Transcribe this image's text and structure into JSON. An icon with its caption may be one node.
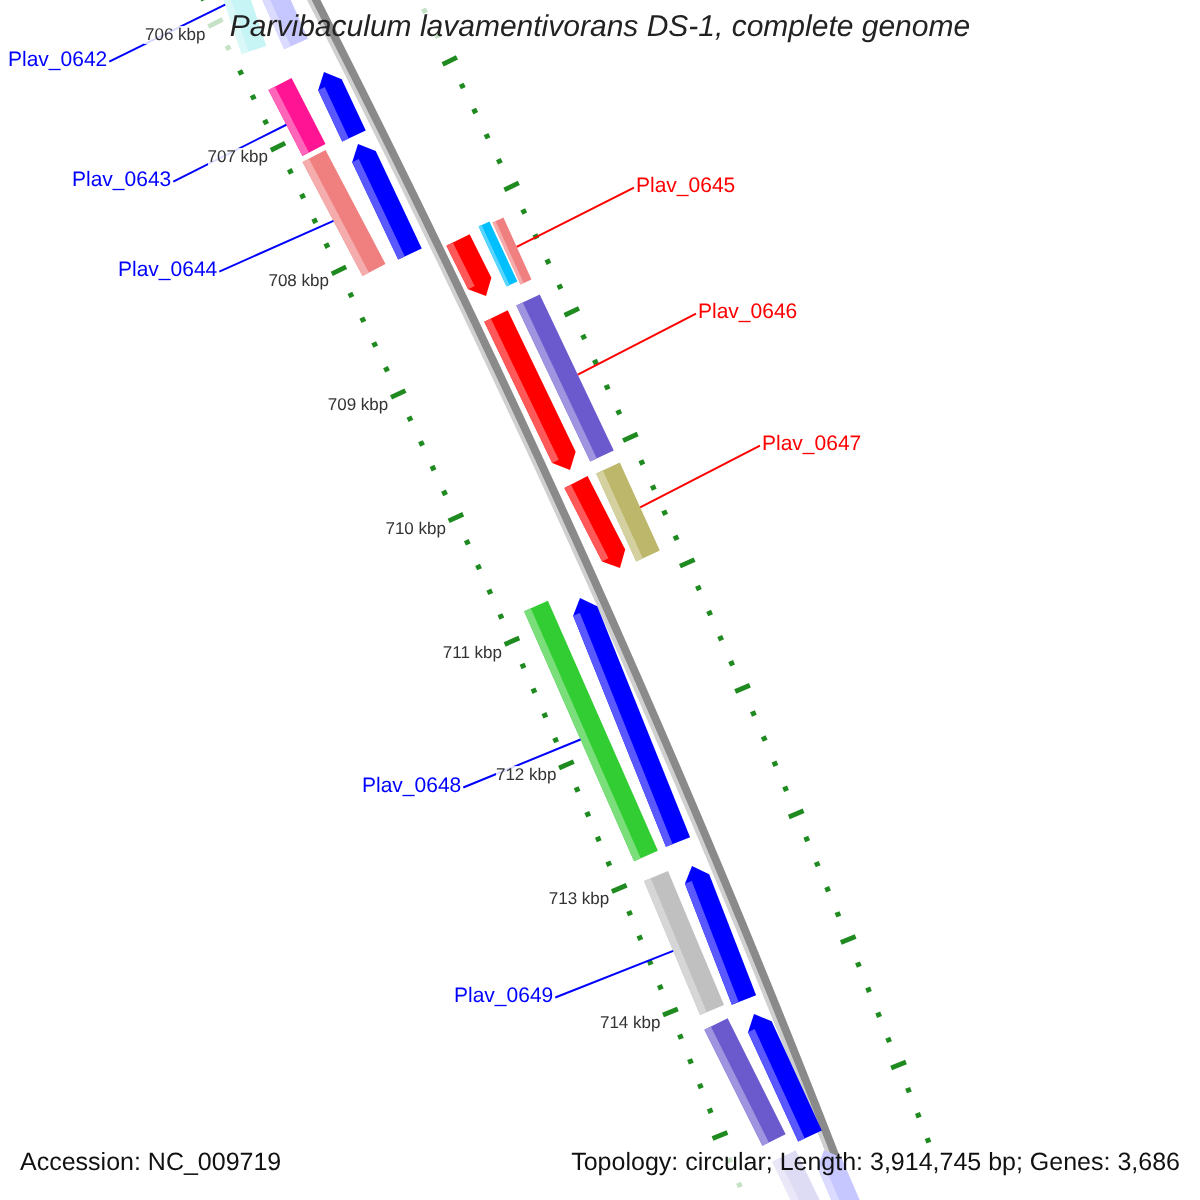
{
  "diagram": {
    "title": "Parvibaculum lavamentivorans DS-1, complete genome",
    "nodes": [
      {
        "text": [
          "Plav_0642"
        ]
      },
      {
        "text": [
          "Plav_0643"
        ]
      },
      {
        "text": [
          "Plav_0645"
        ]
      },
      {
        "text": [
          "Plav_0644"
        ]
      },
      {
        "text": [
          "Plav_0646"
        ]
      },
      {
        "text": [
          "Plav_0647"
        ]
      },
      {
        "text": [
          "Plav_0648"
        ]
      },
      {
        "text": [
          "Plav_0649"
        ]
      },
      {
        "text": [],
        "shape": "bar"
      },
      {
        "text": [],
        "shape": "bar"
      },
      {
        "text": [],
        "shape": "bar"
      },
      {
        "text": [],
        "shape": "bar"
      },
      {
        "text": [],
        "shape": "bar"
      },
      {
        "text": [],
        "shape": "bar"
      },
      {
        "text": [],
        "shape": "bar"
      },
      {
        "text": [],
        "shape": "bar"
      }
    ],
    "edges": [
      {
        "from": 0,
        "to": 8,
        "arrow": "none"
      },
      {
        "from": 1,
        "to": 9,
        "arrow": "none"
      },
      {
        "from": 2,
        "to": 11,
        "arrow": "none",
        "color": "#ff0000"
      },
      {
        "from": 3,
        "to": 10,
        "arrow": "none"
      },
      {
        "from": 4,
        "to": 12,
        "arrow": "none",
        "color": "#ff0000"
      },
      {
        "from": 5,
        "to": 13,
        "arrow": "none",
        "color": "#ff0000"
      },
      {
        "from": 6,
        "to": 14,
        "arrow": "none"
      },
      {
        "from": 7,
        "to": 15,
        "arrow": "none"
      }
    ],
    "labels": [
      "706 kbp",
      "707 kbp",
      "708 kbp",
      "709 kbp",
      "710 kbp",
      "711 kbp",
      "712 kbp",
      "713 kbp",
      "714 kbp",
      "Accession: NC_009719",
      "Topology: circular; Length: 3,914,745 bp; Genes: 3,686"
    ]
  }
}
